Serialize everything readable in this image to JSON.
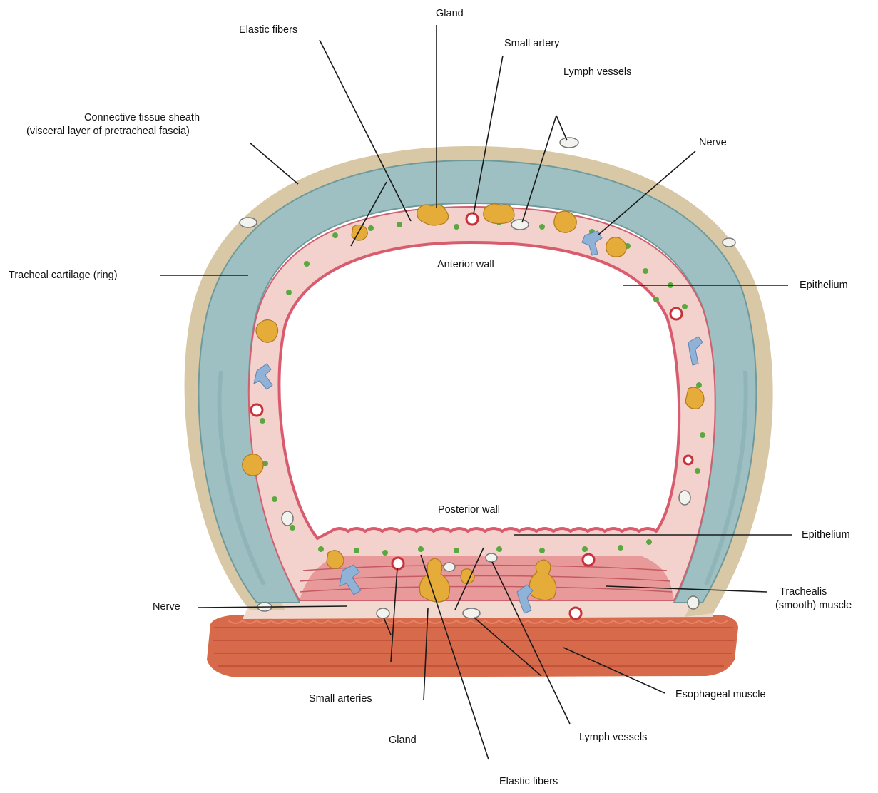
{
  "labels": {
    "gland_top": "Gland",
    "elastic_fibers_top": "Elastic fibers",
    "small_artery": "Small artery",
    "lymph_vessels_top": "Lymph vessels",
    "connective_sheath_line1": "Connective tissue sheath",
    "connective_sheath_line2": "(visceral layer of pretracheal fascia)",
    "nerve_top": "Nerve",
    "tracheal_cartilage": "Tracheal cartilage (ring)",
    "anterior_wall": "Anterior wall",
    "epithelium_top": "Epithelium",
    "posterior_wall": "Posterior wall",
    "epithelium_bottom": "Epithelium",
    "trachealis_line1": "Trachealis",
    "trachealis_line2": "(smooth) muscle",
    "nerve_bottom": "Nerve",
    "esophageal_muscle": "Esophageal muscle",
    "small_arteries": "Small arteries",
    "gland_bottom": "Gland",
    "lymph_vessels_bottom": "Lymph vessels",
    "elastic_fibers_bottom": "Elastic fibers"
  },
  "colors": {
    "cartilage": "#9fc0c2",
    "sheath": "#d8c8a6",
    "mucosa": "#f3d2cd",
    "epithelium": "#d95c6e",
    "gland": "#e6ac3a",
    "elastic": "#5aa83e",
    "lymph": "#f2f2ee",
    "nerve": "#8fb2d6",
    "trachealis": "#e89a9a",
    "esophagus": "#d86a4c"
  }
}
